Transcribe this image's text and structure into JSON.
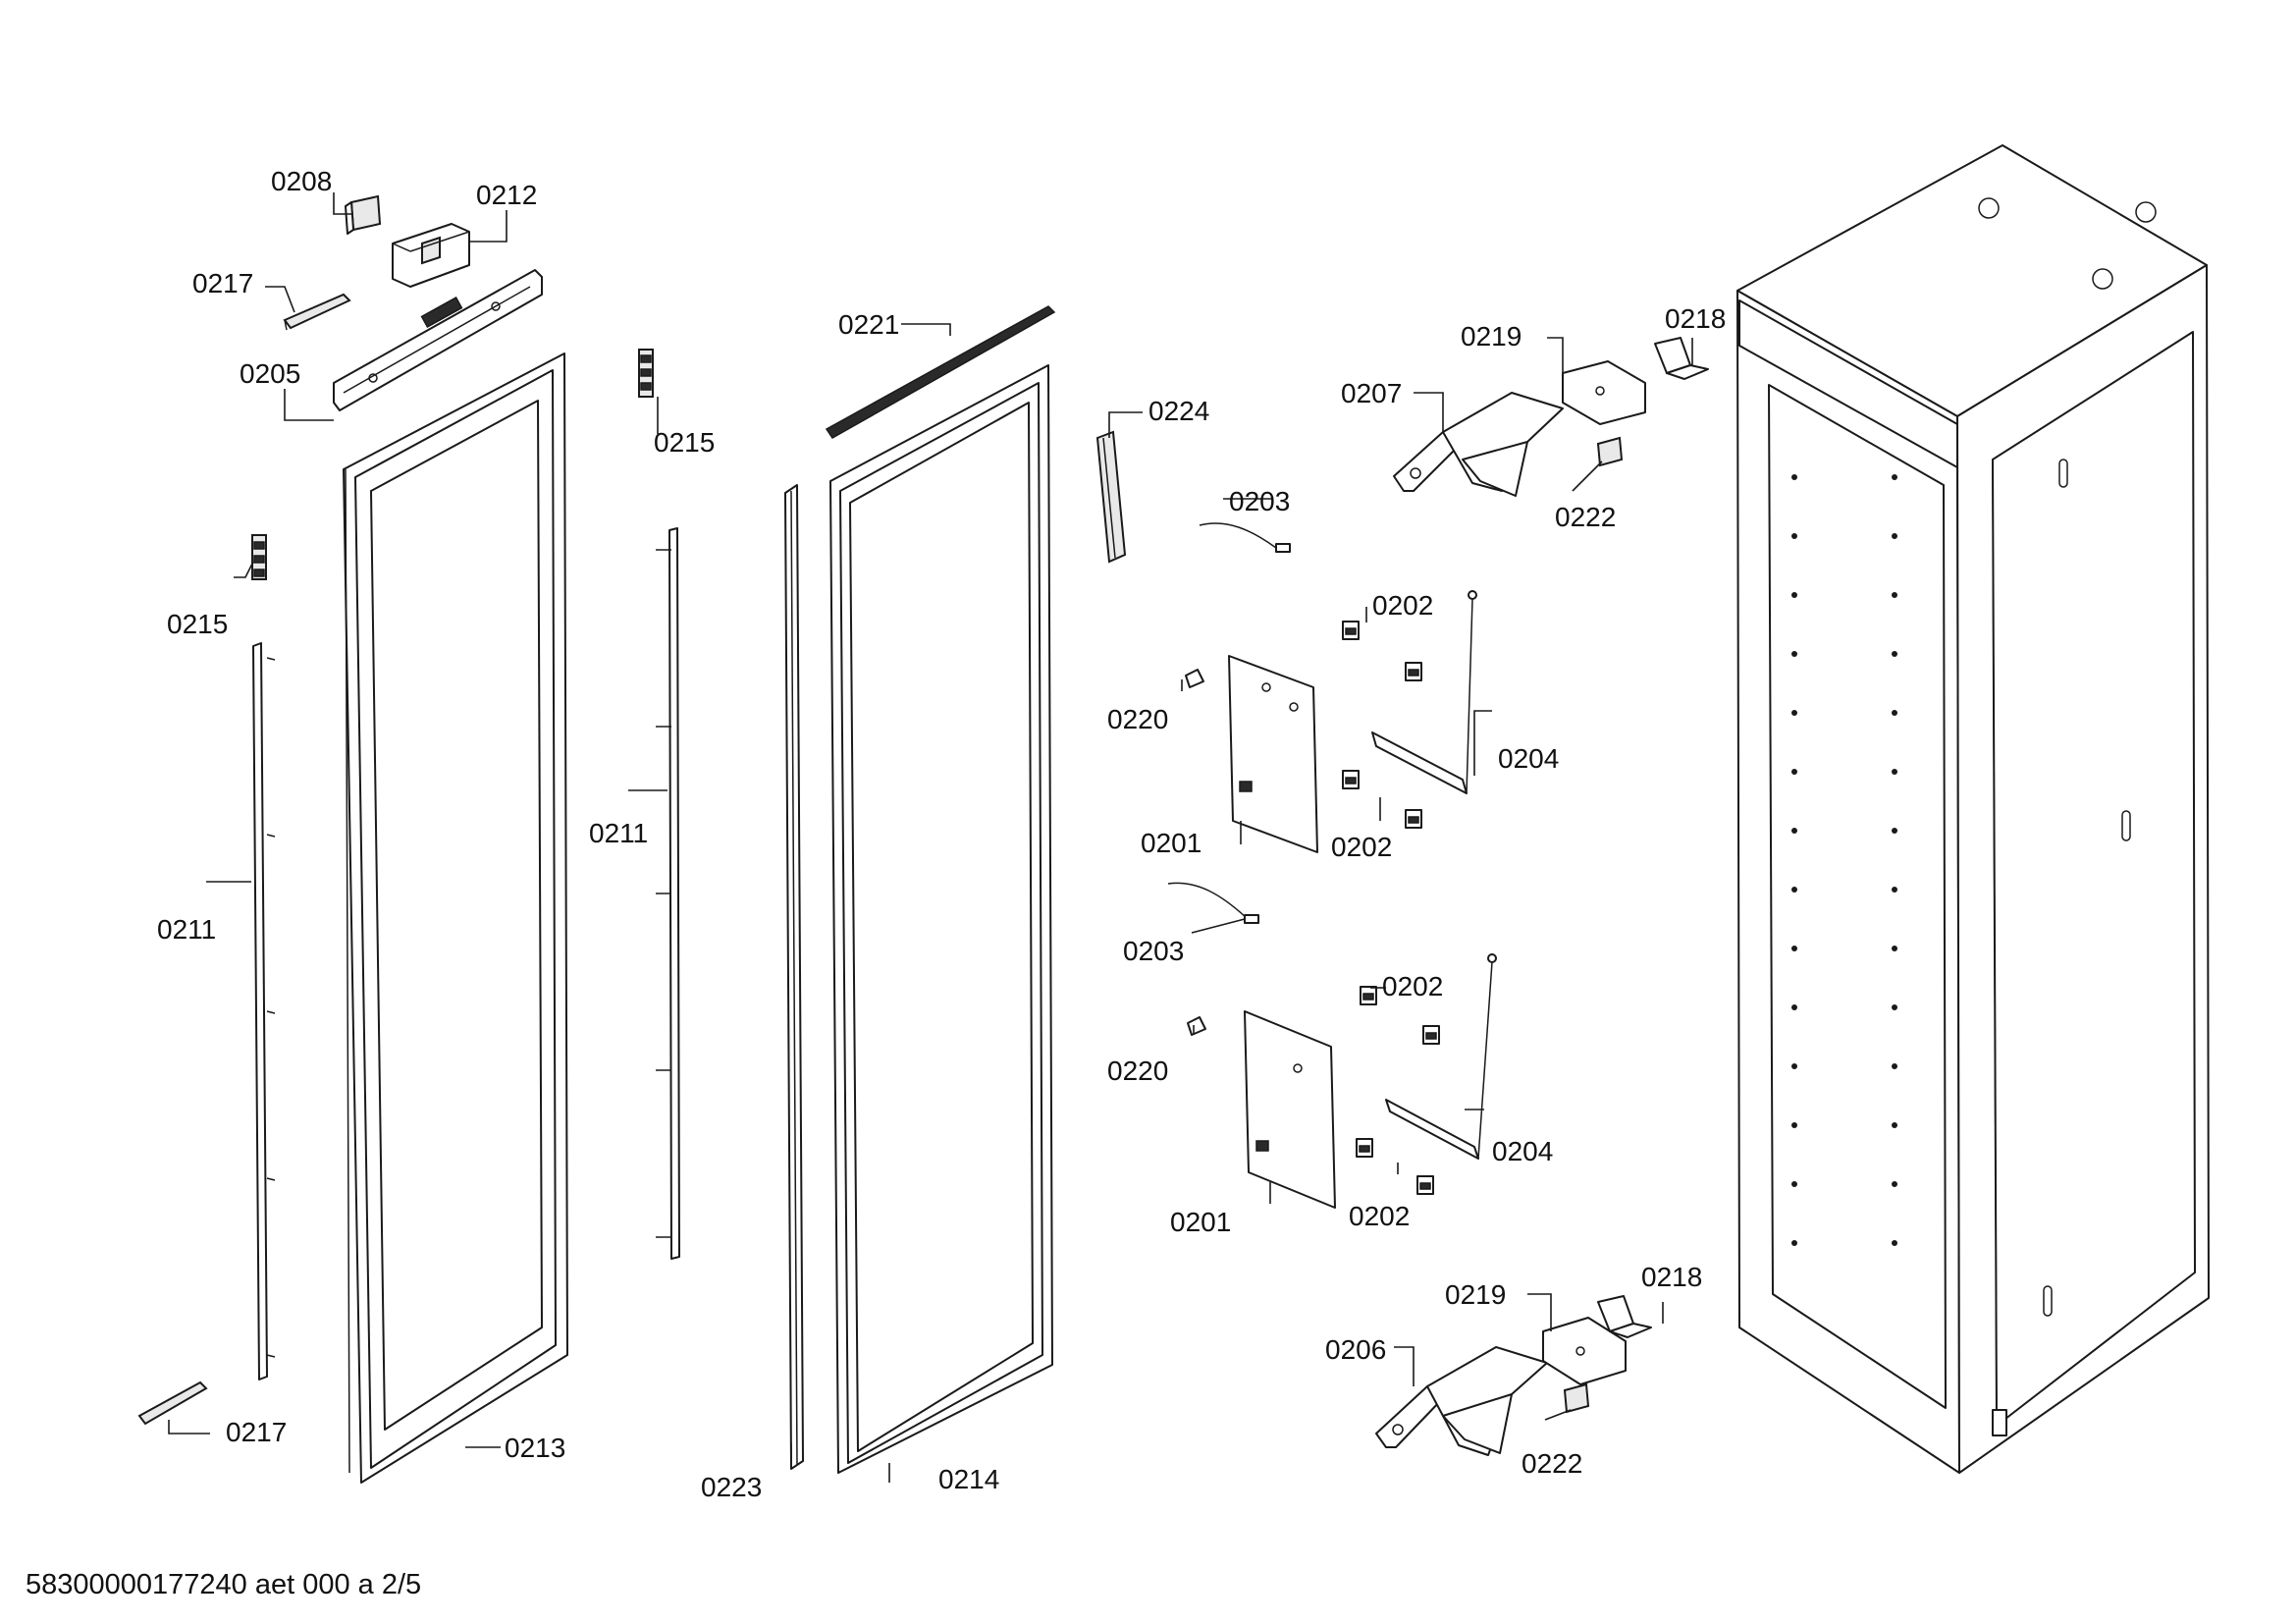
{
  "diagram": {
    "callouts": [
      {
        "id": "0208",
        "label": "0208"
      },
      {
        "id": "0212",
        "label": "0212"
      },
      {
        "id": "0217-top",
        "label": "0217"
      },
      {
        "id": "0205",
        "label": "0205"
      },
      {
        "id": "0215-left",
        "label": "0215"
      },
      {
        "id": "0211-left",
        "label": "0211"
      },
      {
        "id": "0217-bottom",
        "label": "0217"
      },
      {
        "id": "0213",
        "label": "0213"
      },
      {
        "id": "0215-mid",
        "label": "0215"
      },
      {
        "id": "0211-mid",
        "label": "0211"
      },
      {
        "id": "0221",
        "label": "0221"
      },
      {
        "id": "0223",
        "label": "0223"
      },
      {
        "id": "0214",
        "label": "0214"
      },
      {
        "id": "0224",
        "label": "0224"
      },
      {
        "id": "0203-upper",
        "label": "0203"
      },
      {
        "id": "0202-upper-a",
        "label": "0202"
      },
      {
        "id": "0220-upper",
        "label": "0220"
      },
      {
        "id": "0204-upper",
        "label": "0204"
      },
      {
        "id": "0201-upper",
        "label": "0201"
      },
      {
        "id": "0202-upper-b",
        "label": "0202"
      },
      {
        "id": "0203-lower",
        "label": "0203"
      },
      {
        "id": "0202-lower-a",
        "label": "0202"
      },
      {
        "id": "0220-lower",
        "label": "0220"
      },
      {
        "id": "0204-lower",
        "label": "0204"
      },
      {
        "id": "0201-lower",
        "label": "0201"
      },
      {
        "id": "0202-lower-b",
        "label": "0202"
      },
      {
        "id": "0219-top",
        "label": "0219"
      },
      {
        "id": "0218-top",
        "label": "0218"
      },
      {
        "id": "0207",
        "label": "0207"
      },
      {
        "id": "0222-top",
        "label": "0222"
      },
      {
        "id": "0219-bottom",
        "label": "0219"
      },
      {
        "id": "0218-bottom",
        "label": "0218"
      },
      {
        "id": "0206",
        "label": "0206"
      },
      {
        "id": "0222-bottom",
        "label": "0222"
      }
    ]
  },
  "footer": {
    "document_code": "58300000177240 aet 000 a 2/5"
  }
}
